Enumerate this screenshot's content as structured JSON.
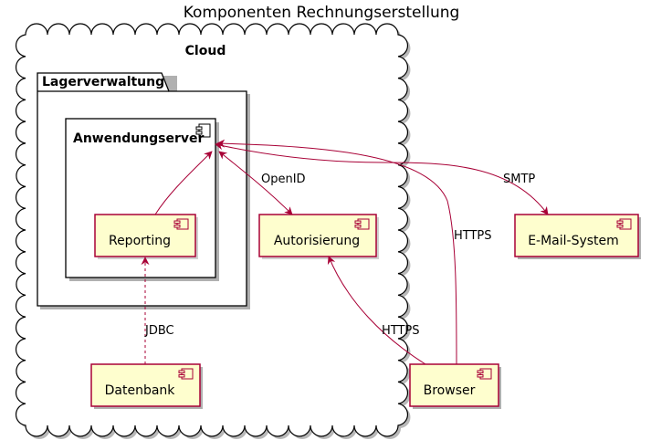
{
  "title": "Komponenten Rechnungserstellung",
  "cloud": {
    "label": "Cloud"
  },
  "package": {
    "label": "Lagerverwaltung"
  },
  "components": {
    "anwendungsserver": "Anwendungserver",
    "reporting": "Reporting",
    "autorisierung": "Autorisierung",
    "email": "E-Mail-System",
    "datenbank": "Datenbank",
    "browser": "Browser"
  },
  "edges": {
    "openid": "OpenID",
    "smtp": "SMTP",
    "https_server": "HTTPS",
    "https_auth": "HTTPS",
    "jdbc": "JDBC"
  },
  "colors": {
    "component_fill": "#FEFECE",
    "component_border": "#A80036",
    "arrow": "#A80036",
    "shadow": "#B0B0B0"
  }
}
